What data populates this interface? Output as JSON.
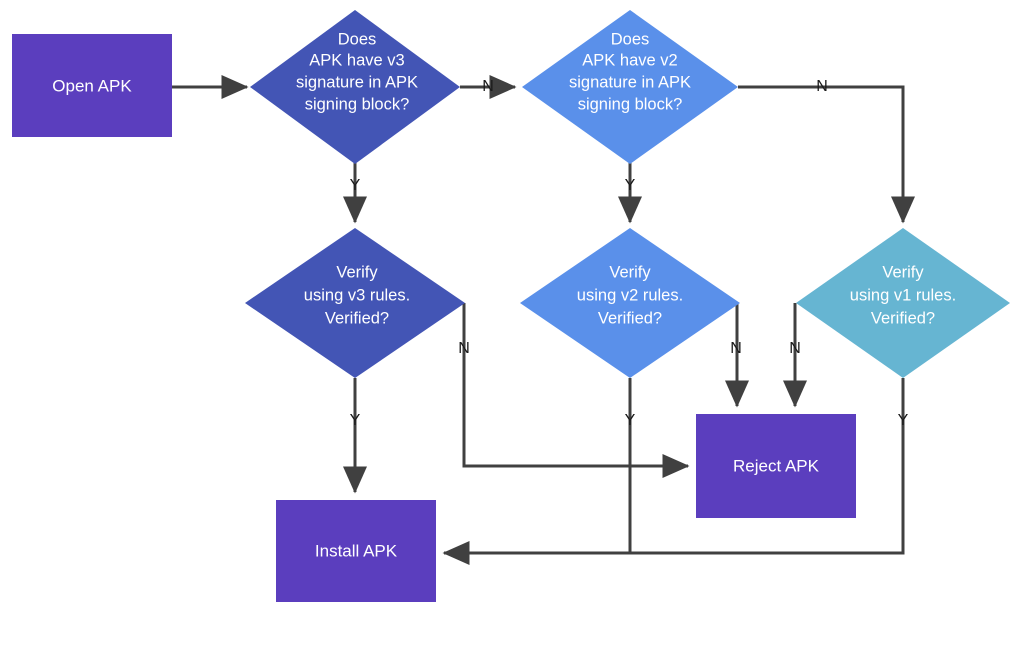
{
  "diagram": {
    "title": "APK signature verification flow",
    "background": "#ffffff",
    "connector_color": "#404040",
    "palette": {
      "purple": "#5B3EBE",
      "indigo": "#4355B5",
      "blue": "#5A90EA",
      "teal": "#66B5D2",
      "label_text": "#ffffff",
      "edge_text": "#1a1a1a"
    }
  },
  "nodes": {
    "open_apk": {
      "label": "Open APK",
      "shape": "rect",
      "color": "#5B3EBE"
    },
    "has_v3": {
      "label_lines": [
        "Does",
        "APK have v3",
        "signature in APK",
        "signing block?"
      ],
      "shape": "diamond",
      "color": "#4355B5"
    },
    "has_v2": {
      "label_lines": [
        "Does",
        "APK have v2",
        "signature in APK",
        "signing block?"
      ],
      "shape": "diamond",
      "color": "#5A90EA"
    },
    "verify_v3": {
      "label_lines": [
        "Verify",
        "using v3 rules.",
        "Verified?"
      ],
      "shape": "diamond",
      "color": "#4355B5"
    },
    "verify_v2": {
      "label_lines": [
        "Verify",
        "using v2 rules.",
        "Verified?"
      ],
      "shape": "diamond",
      "color": "#5A90EA"
    },
    "verify_v1": {
      "label_lines": [
        "Verify",
        "using v1 rules.",
        "Verified?"
      ],
      "shape": "diamond",
      "color": "#66B5D2"
    },
    "install_apk": {
      "label": "Install APK",
      "shape": "rect",
      "color": "#5B3EBE"
    },
    "reject_apk": {
      "label": "Reject APK",
      "shape": "rect",
      "color": "#5B3EBE"
    }
  },
  "edge_labels": {
    "has_v3_no": "N",
    "has_v3_yes": "Y",
    "has_v2_no": "N",
    "has_v2_yes": "Y",
    "verify_v3_no": "N",
    "verify_v3_yes": "Y",
    "verify_v2_no": "N",
    "verify_v2_yes": "Y",
    "verify_v1_no": "N",
    "verify_v1_yes": "Y"
  }
}
